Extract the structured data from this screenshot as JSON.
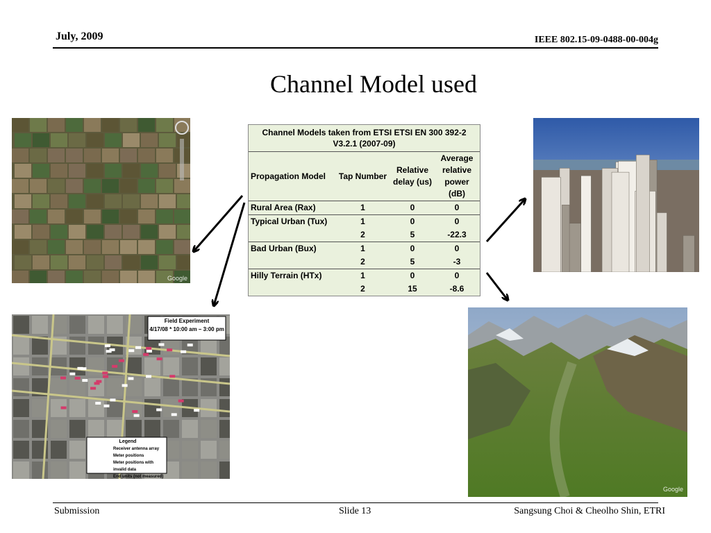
{
  "header": {
    "date": "July,  2009",
    "doc_id": "IEEE 802.15-09-0488-00-004g"
  },
  "title": "Channel Model used",
  "table": {
    "caption": "Channel Models taken from ETSI ETSI EN 300 392-2 V3.2.1 (2007-09)",
    "columns": [
      "Propagation Model",
      "Tap Number",
      "Relative delay (us)",
      "Average relative power (dB)"
    ],
    "rows": [
      {
        "model": "Rural Area (Rax)",
        "tap": "1",
        "delay": "0",
        "power": "0"
      },
      {
        "model": "Typical Urban (Tux)",
        "tap": "1",
        "delay": "0",
        "power": "0"
      },
      {
        "model": "",
        "tap": "2",
        "delay": "5",
        "power": "-22.3"
      },
      {
        "model": "Bad Urban (Bux)",
        "tap": "1",
        "delay": "0",
        "power": "0"
      },
      {
        "model": "",
        "tap": "2",
        "delay": "5",
        "power": "-3"
      },
      {
        "model": "Hilly Terrain (HTx)",
        "tap": "1",
        "delay": "0",
        "power": "0"
      },
      {
        "model": "",
        "tap": "2",
        "delay": "15",
        "power": "-8.6"
      }
    ]
  },
  "images": {
    "rural": {
      "icon": "rural-farmland-aerial-image",
      "watermark": "Google"
    },
    "urban": {
      "icon": "urban-city-skyline-image"
    },
    "bad_urban": {
      "icon": "field-experiment-street-map-image",
      "box_title": "Field Experiment",
      "box_date": "4/17/08 * 10:00 am – 3:00 pm",
      "legend_title": "Legend",
      "legend_items": [
        "Receiver antenna array",
        "Meter positions",
        "Meter positions with invalid data",
        "End units (not measured)"
      ]
    },
    "hilly": {
      "icon": "hilly-mountain-valley-image",
      "watermark": "Google"
    }
  },
  "footer": {
    "left": "Submission",
    "slide": "Slide 13",
    "right": "Sangsung Choi & Cheolho Shin, ETRI"
  }
}
